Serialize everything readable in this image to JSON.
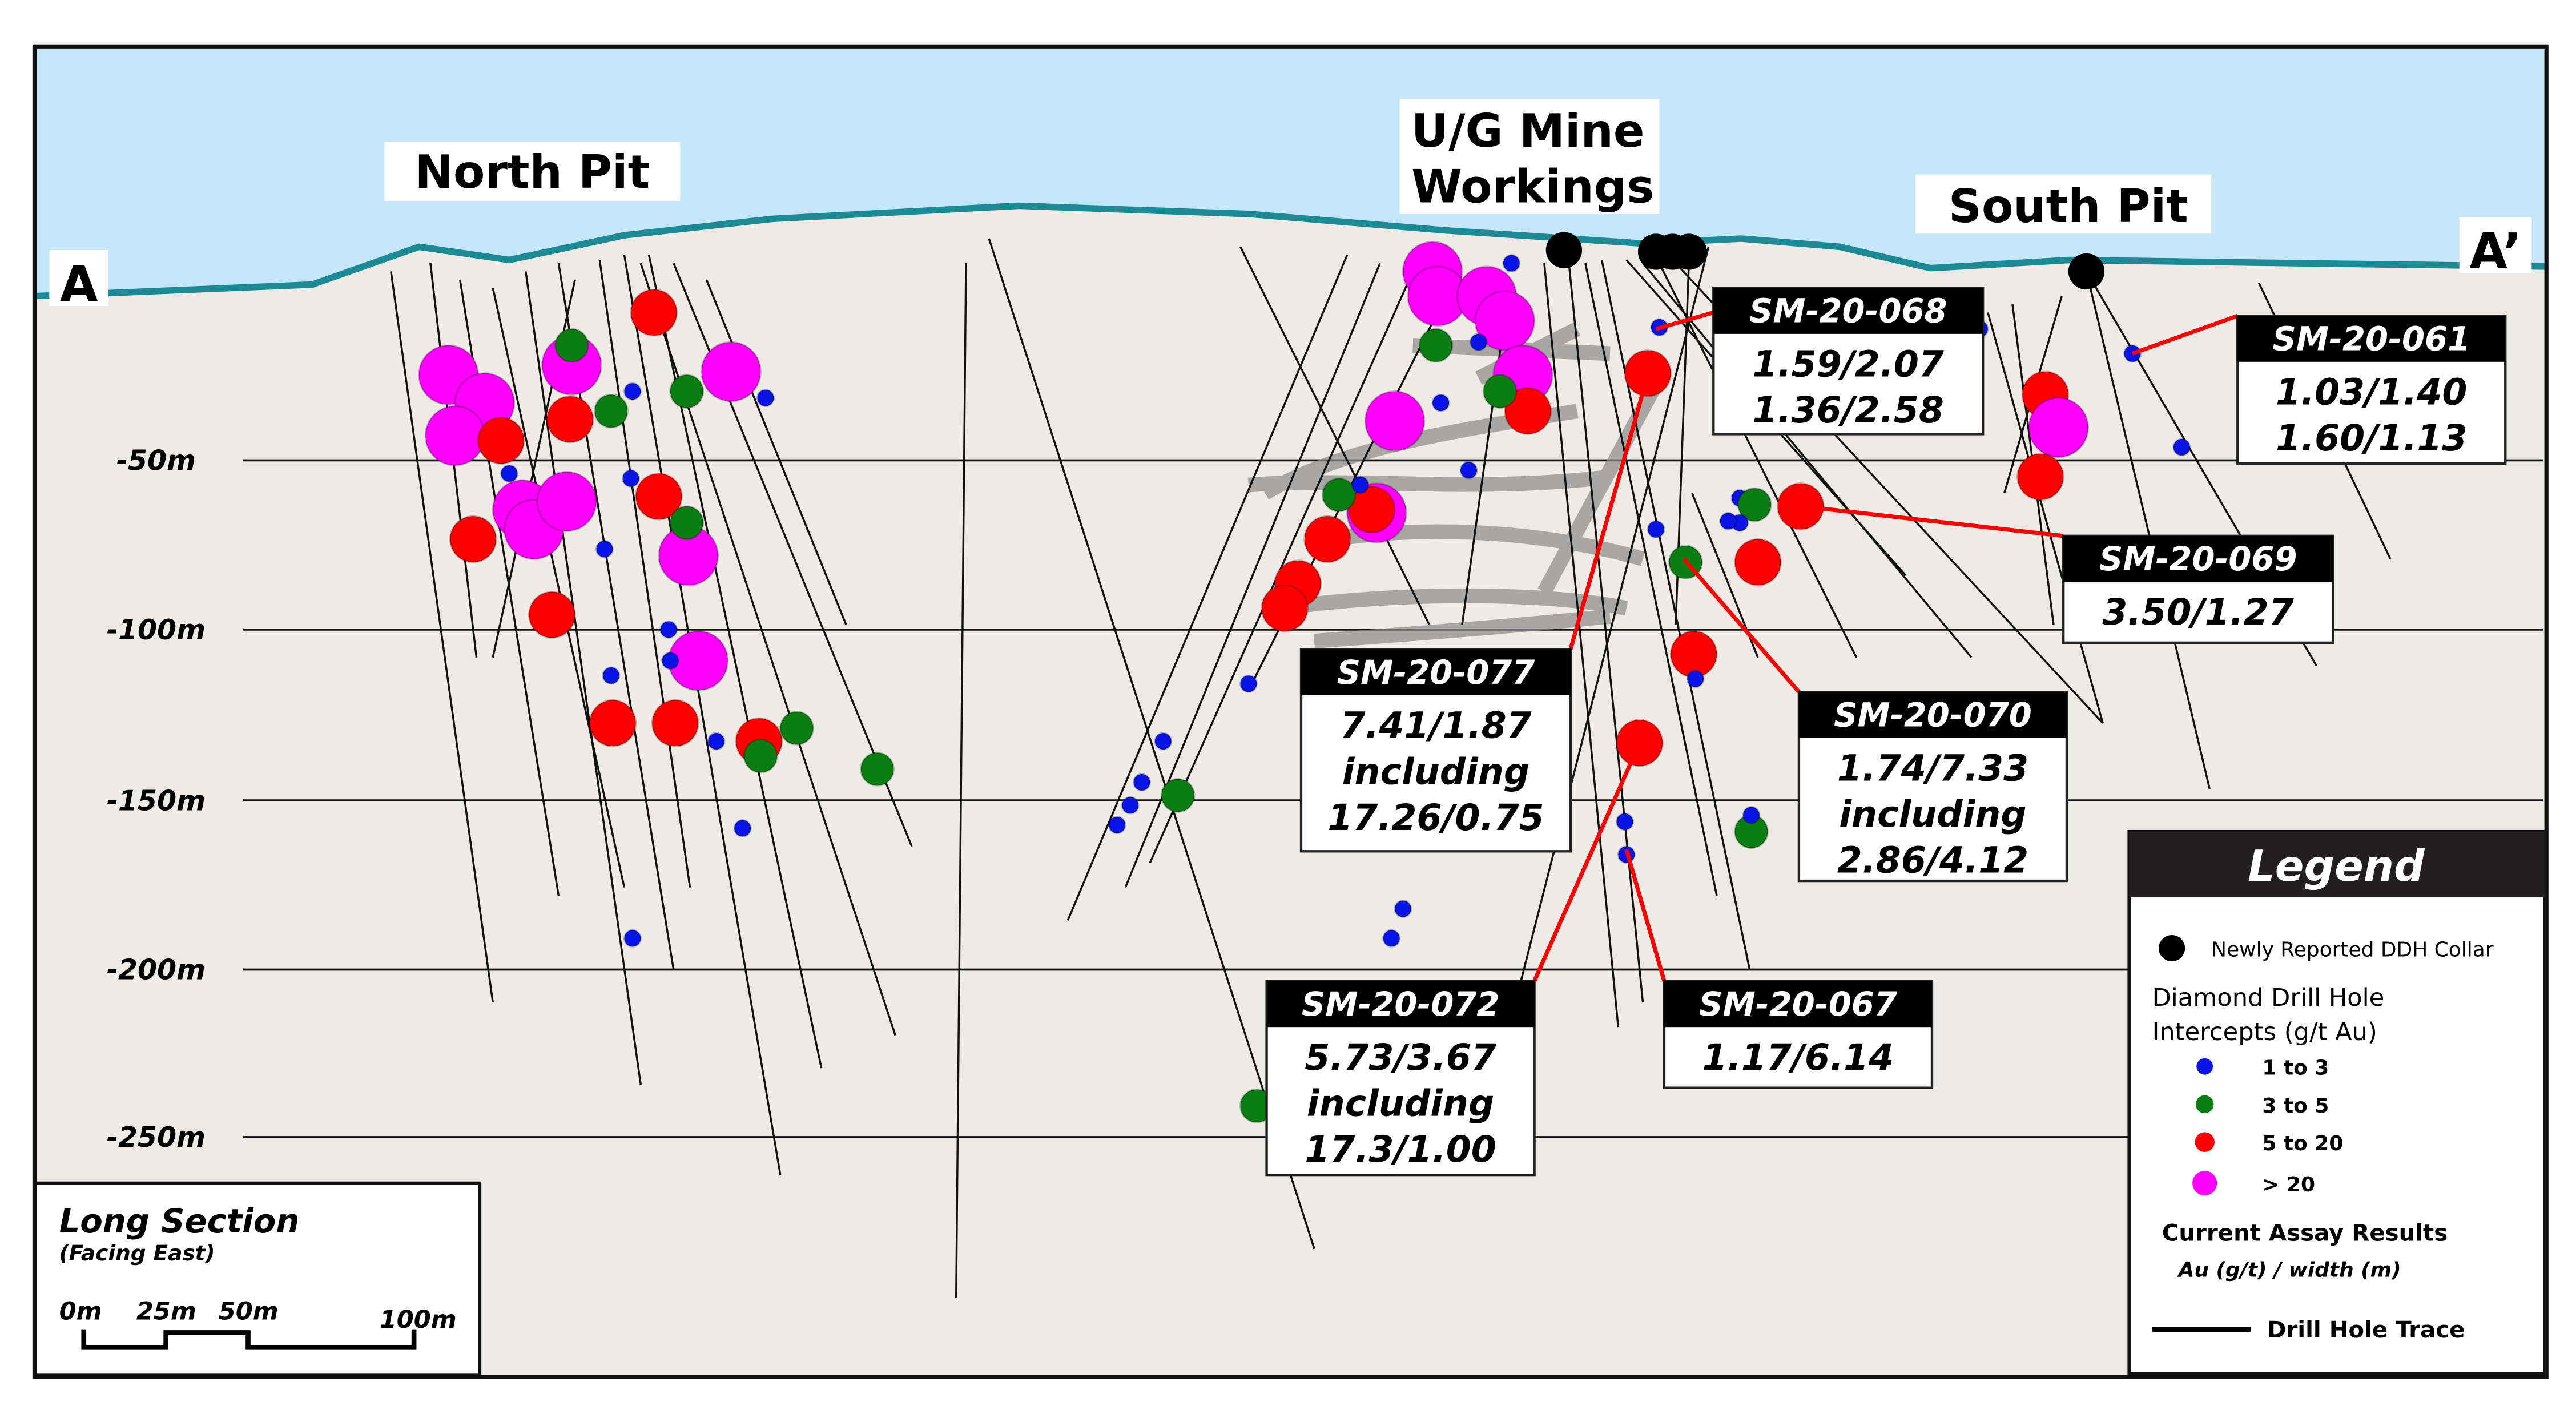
{
  "colors": {
    "sky": "#c5e6f8",
    "ground": "#eeebe6",
    "surface": "#1b8a94",
    "leader": "#ff0000",
    "grade_1_3": "#0a14e6",
    "grade_3_5": "#0b7d12",
    "grade_5_20": "#ff0000",
    "grade_gt20": "#ff00ff",
    "header": "#231f20"
  },
  "section": {
    "start": "A",
    "end": "A’"
  },
  "areas": {
    "north_pit": "North Pit",
    "ug_line1": "U/G Mine",
    "ug_line2": "Workings",
    "south_pit": "South Pit"
  },
  "depths": [
    "-50m",
    "-100m",
    "-150m",
    "-200m",
    "-250m"
  ],
  "callouts": [
    {
      "id": "SM-20-068",
      "lines": [
        "1.59/2.07",
        "1.36/2.58"
      ]
    },
    {
      "id": "SM-20-061",
      "lines": [
        "1.03/1.40",
        "1.60/1.13"
      ]
    },
    {
      "id": "SM-20-069",
      "lines": [
        "3.50/1.27"
      ]
    },
    {
      "id": "SM-20-077",
      "lines": [
        "7.41/1.87",
        "including",
        "17.26/0.75"
      ]
    },
    {
      "id": "SM-20-070",
      "lines": [
        "1.74/7.33",
        "including",
        "2.86/4.12"
      ]
    },
    {
      "id": "SM-20-072",
      "lines": [
        "5.73/3.67",
        "including",
        "17.3/1.00"
      ]
    },
    {
      "id": "SM-20-067",
      "lines": [
        "1.17/6.14"
      ]
    }
  ],
  "legend": {
    "title": "Legend",
    "collar": "Newly Reported DDH Collar",
    "intercepts_line1": "Diamond Drill Hole",
    "intercepts_line2": "Intercepts (g/t Au)",
    "grades": [
      "1 to 3",
      "3 to 5",
      "5 to 20",
      "> 20"
    ],
    "assay_title": "Current Assay Results",
    "assay_units": "Au (g/t) / width (m)",
    "trace": "Drill Hole Trace"
  },
  "section_box": {
    "title": "Long Section",
    "subtitle": "(Facing East)",
    "scale": [
      "0m",
      "25m",
      "50m",
      "100m"
    ]
  }
}
